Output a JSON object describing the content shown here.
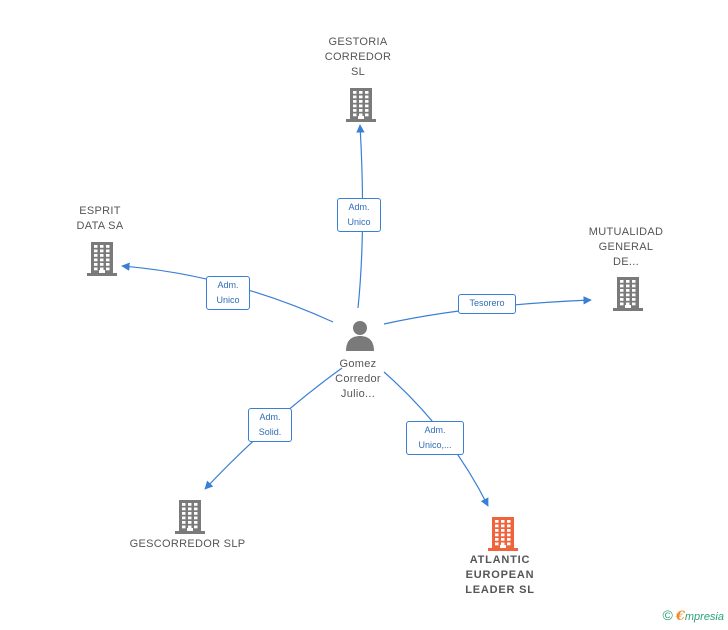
{
  "colors": {
    "edge": "#3a7fd5",
    "node": "#7a7a7a",
    "highlight": "#f0643c",
    "brand_green": "#2ba07a",
    "brand_orange": "#f08a2a"
  },
  "center": {
    "icon": "person-icon",
    "label_lines": [
      "Gomez",
      "Corredor",
      "Julio..."
    ]
  },
  "nodes": [
    {
      "id": "gestoria",
      "icon": "building-icon",
      "label_lines": [
        "GESTORIA",
        "CORREDOR",
        "SL"
      ],
      "highlight": false
    },
    {
      "id": "esprit",
      "icon": "building-icon",
      "label_lines": [
        "ESPRIT",
        "DATA SA"
      ],
      "highlight": false
    },
    {
      "id": "mutualidad",
      "icon": "building-icon",
      "label_lines": [
        "MUTUALIDAD",
        "GENERAL",
        "DE..."
      ],
      "highlight": false
    },
    {
      "id": "gescorredor",
      "icon": "building-icon",
      "label_lines": [
        "GESCORREDOR SLP"
      ],
      "highlight": false
    },
    {
      "id": "atlantic",
      "icon": "building-icon",
      "label_lines": [
        "ATLANTIC",
        "EUROPEAN",
        "LEADER  SL"
      ],
      "highlight": true
    }
  ],
  "edges": [
    {
      "target": "gestoria",
      "label_lines": [
        "Adm.",
        "Unico"
      ]
    },
    {
      "target": "esprit",
      "label_lines": [
        "Adm.",
        "Unico"
      ]
    },
    {
      "target": "mutualidad",
      "label_lines": [
        "Tesorero"
      ]
    },
    {
      "target": "gescorredor",
      "label_lines": [
        "Adm.",
        "Solid."
      ]
    },
    {
      "target": "atlantic",
      "label_lines": [
        "Adm.",
        "Unico,..."
      ]
    }
  ],
  "footer": {
    "copyright_symbol": "©",
    "brand_first": "€",
    "brand_rest": "mpresia"
  }
}
